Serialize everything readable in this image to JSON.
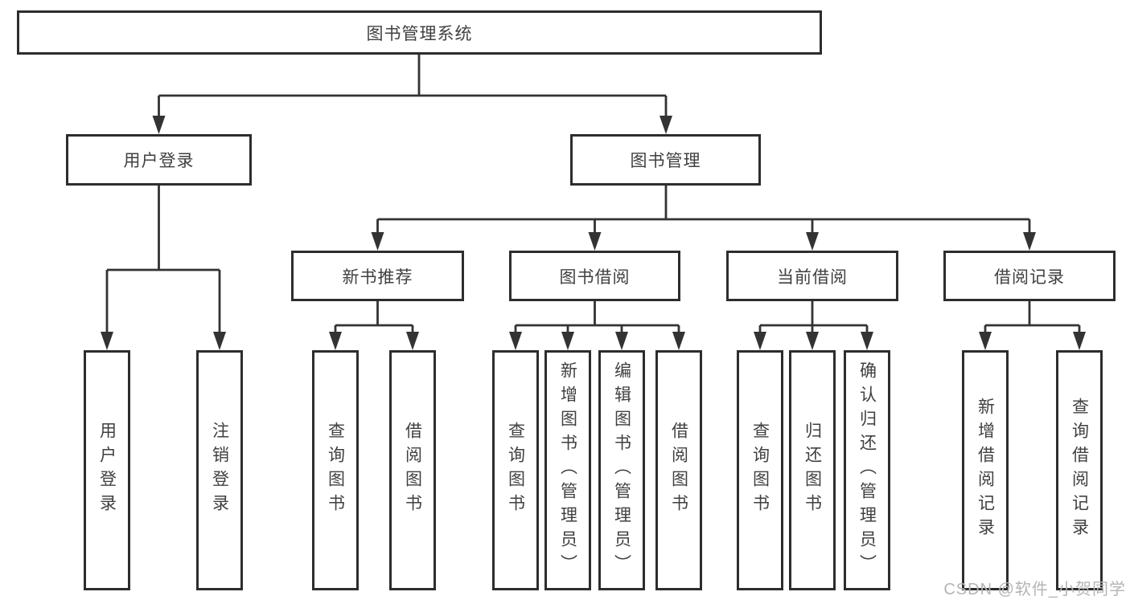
{
  "diagram": {
    "title": "图书管理系统",
    "branches": [
      {
        "label": "用户登录",
        "children": [
          {
            "label": "用户登录"
          },
          {
            "label": "注销登录"
          }
        ]
      },
      {
        "label": "图书管理",
        "children": [
          {
            "label": "新书推荐",
            "children": [
              {
                "label": "查询图书"
              },
              {
                "label": "借阅图书"
              }
            ]
          },
          {
            "label": "图书借阅",
            "children": [
              {
                "label": "查询图书"
              },
              {
                "label": "新增图书（管理员）"
              },
              {
                "label": "编辑图书（管理员）"
              },
              {
                "label": "借阅图书"
              }
            ]
          },
          {
            "label": "当前借阅",
            "children": [
              {
                "label": "查询图书"
              },
              {
                "label": "归还图书"
              },
              {
                "label": "确认归还（管理员）"
              }
            ]
          },
          {
            "label": "借阅记录",
            "children": [
              {
                "label": "新增借阅记录"
              },
              {
                "label": "查询借阅记录"
              }
            ]
          }
        ]
      }
    ]
  },
  "watermark": "CSDN @软件_小贺同学",
  "colors": {
    "box_border": "#2d2d2d",
    "connector": "#333333",
    "text": "#404040",
    "watermark": "#b3b5b5",
    "background": "#ffffff"
  }
}
